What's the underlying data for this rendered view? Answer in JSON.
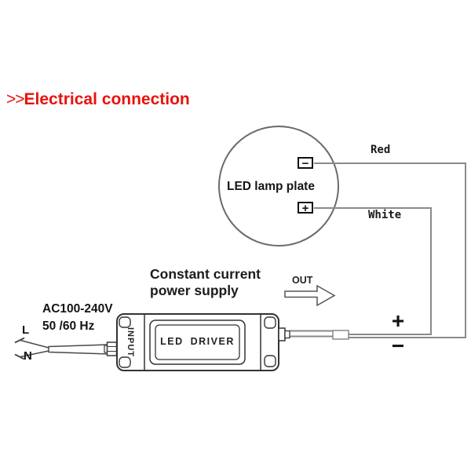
{
  "title": {
    "prefix": ">>",
    "label": "Electrical connection",
    "color": "#e8120c"
  },
  "lamp_plate": {
    "label": "LED lamp plate",
    "minus_terminal": "−",
    "plus_terminal": "+"
  },
  "output_wires": {
    "red_label": "Red",
    "white_label": "White",
    "out_label": "OUT",
    "plus_sign": "+",
    "minus_sign": "−"
  },
  "power_supply": {
    "caption_line1": "Constant current",
    "caption_line2": "power supply",
    "side_label": "INPUT",
    "device_label": "LED DRIVER"
  },
  "mains_input": {
    "voltage": "AC100-240V",
    "frequency": "50 /60 Hz",
    "live_label": "L",
    "neutral_label": "N"
  },
  "colors": {
    "title_red": "#e8120c",
    "wire_gray": "#8a8a8a",
    "outline_dark": "#333333",
    "text_black": "#111111"
  }
}
